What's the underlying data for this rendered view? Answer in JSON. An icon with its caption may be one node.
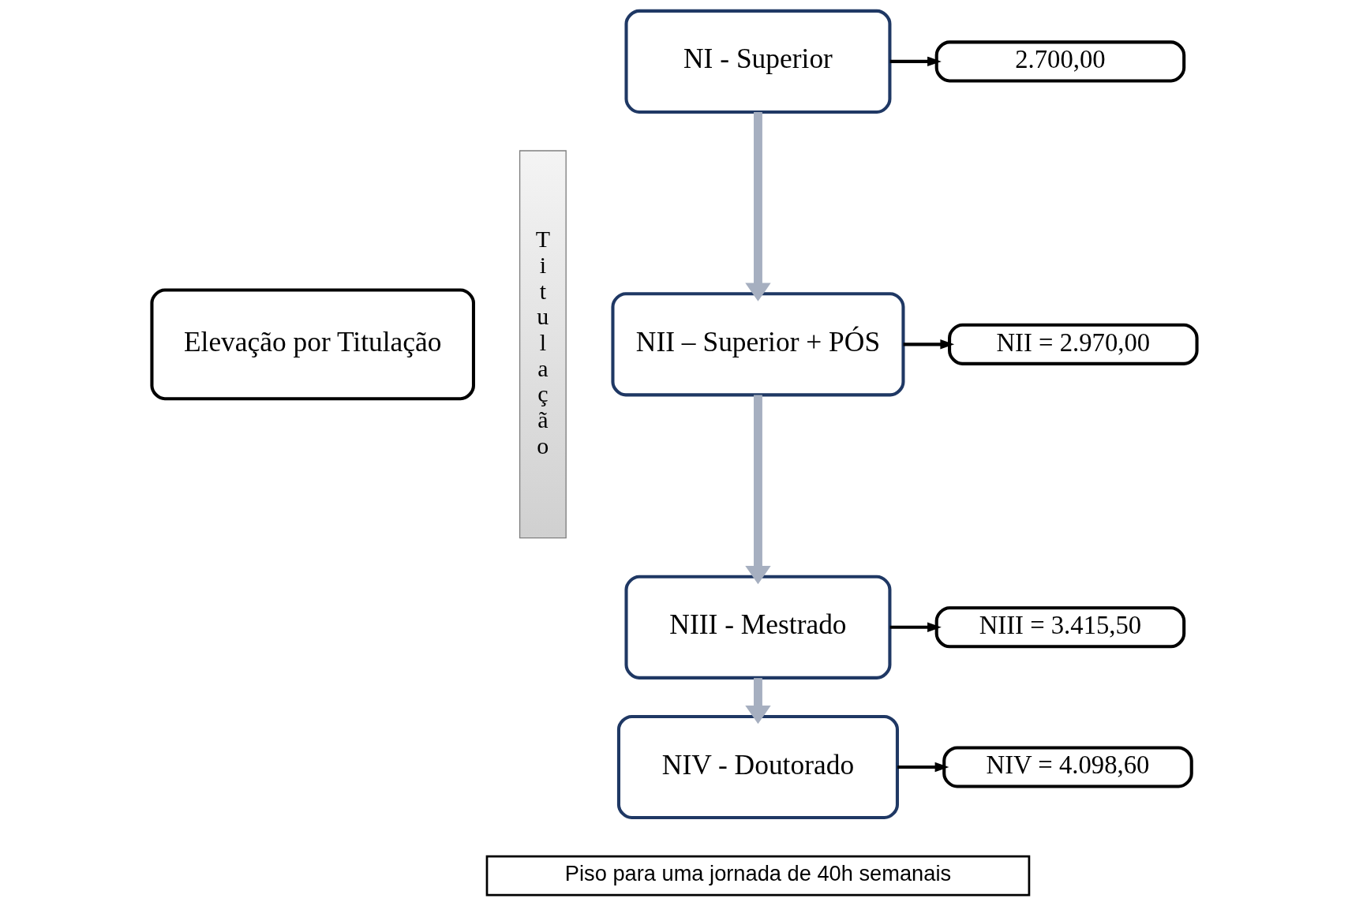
{
  "diagram": {
    "nodes": [
      {
        "text": [
          "Elevação por Titulação"
        ]
      },
      {
        "text": [
          "Titulação"
        ]
      },
      {
        "text": [
          "NI - Superior"
        ]
      },
      {
        "text": [
          "NII – Superior + PÓS"
        ]
      },
      {
        "text": [
          "NIII - Mestrado"
        ]
      },
      {
        "text": [
          "NIV - Doutorado"
        ]
      },
      {
        "text": [
          "2.700,00"
        ]
      },
      {
        "text": [
          "NII = 2.970,00"
        ]
      },
      {
        "text": [
          "NIII = 3.415,50"
        ]
      },
      {
        "text": [
          "NIV = 4.098,60"
        ]
      },
      {
        "text": [
          "Piso para uma jornada de 40h semanais"
        ]
      }
    ],
    "edges": [
      {
        "from": 2,
        "to": 3,
        "arrow": "to",
        "style": "thick",
        "color": "#a6afc0"
      },
      {
        "from": 3,
        "to": 4,
        "arrow": "to",
        "style": "thick",
        "color": "#a6afc0"
      },
      {
        "from": 4,
        "to": 5,
        "arrow": "to",
        "style": "thick",
        "color": "#a6afc0"
      },
      {
        "from": 2,
        "to": 6,
        "arrow": "to"
      },
      {
        "from": 3,
        "to": 7,
        "arrow": "to"
      },
      {
        "from": 4,
        "to": 8,
        "arrow": "to"
      },
      {
        "from": 5,
        "to": 9,
        "arrow": "to"
      }
    ]
  }
}
